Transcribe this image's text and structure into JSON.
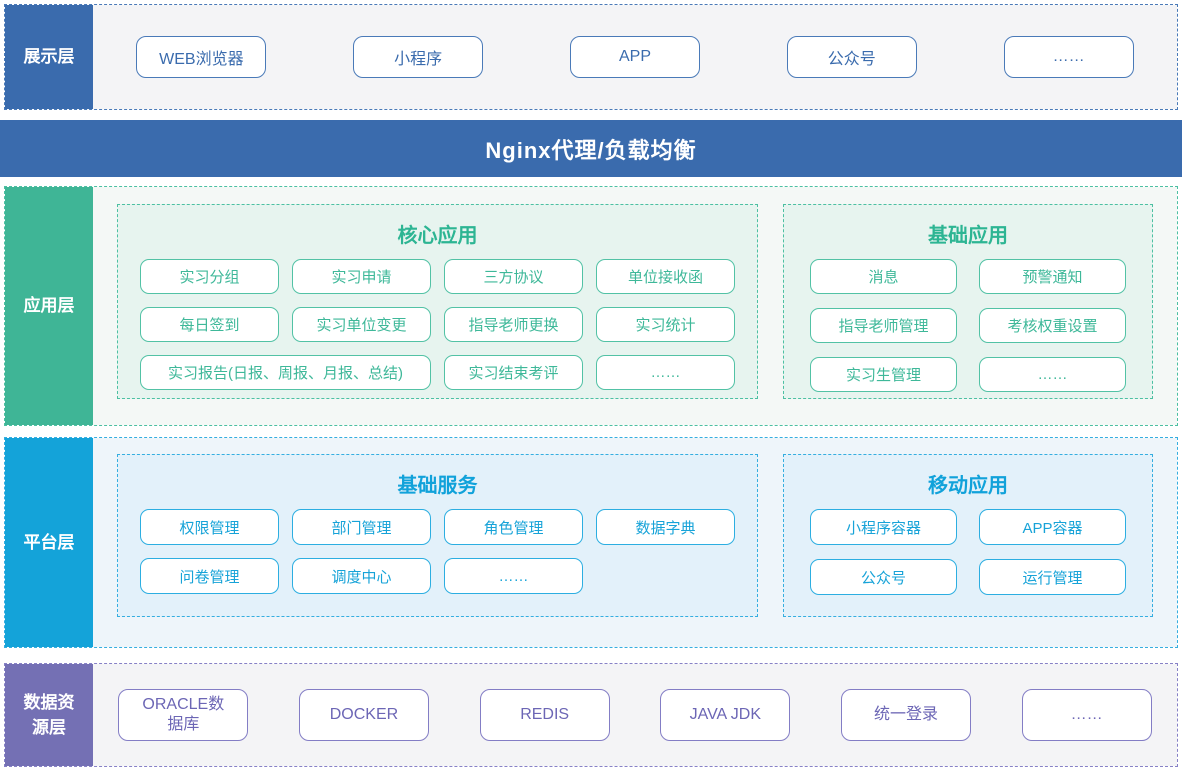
{
  "colors": {
    "blue": "#3a6bad",
    "blue_border": "#4a7ab8",
    "teal": "#3fb596",
    "teal_title": "#2db593",
    "cyan": "#14a3d9",
    "cyan_title": "#11a2da",
    "purple": "#7470b4",
    "purple_border": "#837dc5"
  },
  "presentation": {
    "label": "展示层",
    "items": [
      "WEB浏览器",
      "小程序",
      "APP",
      "公众号",
      "……"
    ]
  },
  "nginx": {
    "label": "Nginx代理/负载均衡"
  },
  "application": {
    "label": "应用层",
    "core": {
      "title": "核心应用",
      "items": [
        "实习分组",
        "实习申请",
        "三方协议",
        "单位接收函",
        "每日签到",
        "实习单位变更",
        "指导老师更换",
        "实习统计",
        "实习报告(日报、周报、月报、总结)",
        "实习结束考评",
        "……"
      ]
    },
    "basic": {
      "title": "基础应用",
      "items": [
        "消息",
        "预警通知",
        "指导老师管理",
        "考核权重设置",
        "实习生管理",
        "……"
      ]
    }
  },
  "platform": {
    "label": "平台层",
    "services": {
      "title": "基础服务",
      "items": [
        "权限管理",
        "部门管理",
        "角色管理",
        "数据字典",
        "问卷管理",
        "调度中心",
        "……"
      ]
    },
    "mobile": {
      "title": "移动应用",
      "items": [
        "小程序容器",
        "APP容器",
        "公众号",
        "运行管理"
      ]
    }
  },
  "datasource": {
    "label": "数据资源层",
    "items": [
      "ORACLE数据库",
      "DOCKER",
      "REDIS",
      "JAVA JDK",
      "统一登录",
      "……"
    ]
  }
}
